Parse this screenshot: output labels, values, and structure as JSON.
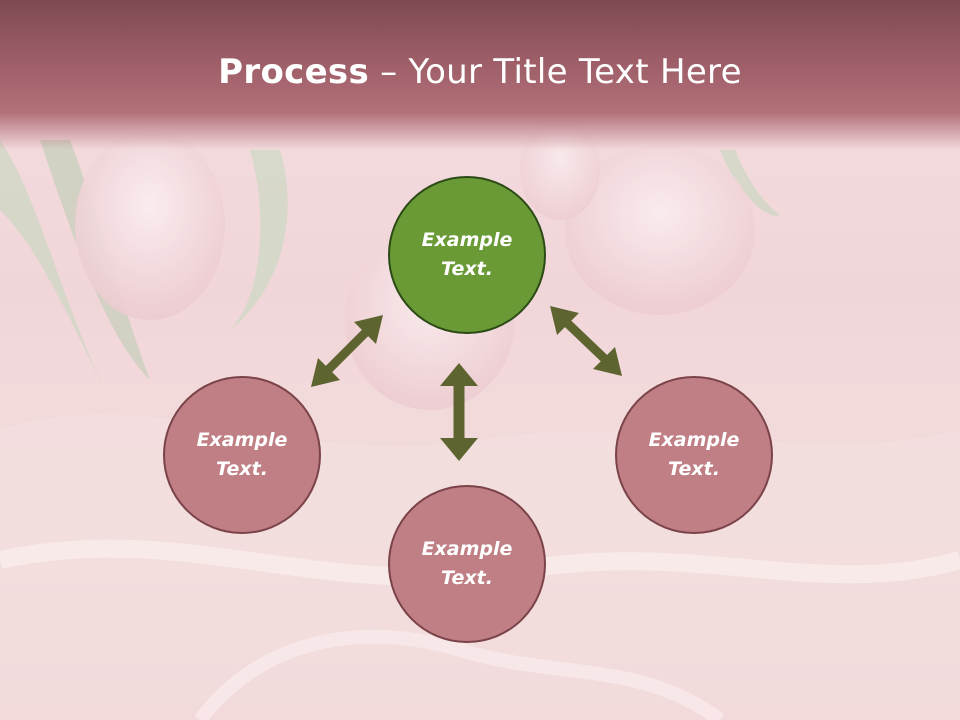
{
  "title": {
    "bold": "Process",
    "rest": " – Your Title Text Here"
  },
  "nodes": {
    "center": "Example Text.",
    "left": "Example Text.",
    "bottom": "Example Text.",
    "right": "Example Text."
  },
  "colors": {
    "header": "#a0606a",
    "center_node": "#6a9a35",
    "leaf_node": "#bf7f84",
    "arrow": "#5e6430"
  }
}
